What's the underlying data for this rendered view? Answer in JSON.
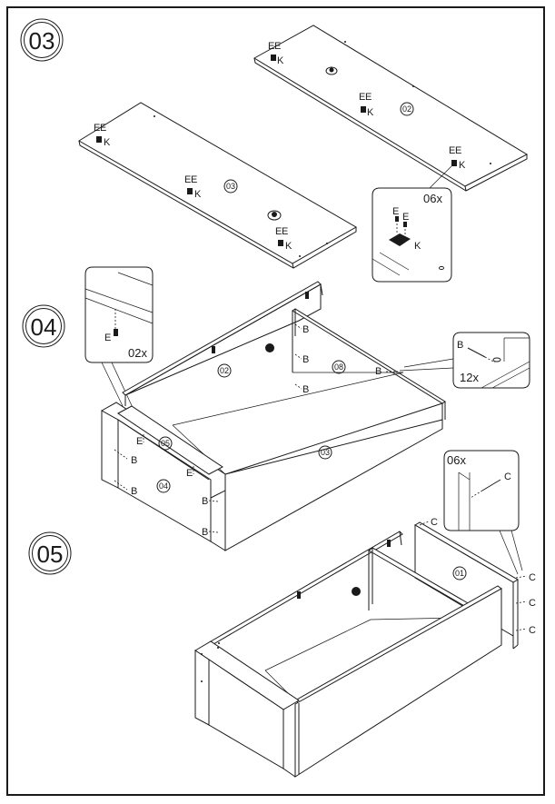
{
  "steps": [
    {
      "number": "03",
      "panels": [
        "02",
        "03"
      ],
      "hardware": [
        "E",
        "K"
      ],
      "detail_quantity": "06x"
    },
    {
      "number": "04",
      "panels": [
        "02",
        "08",
        "03",
        "05",
        "04"
      ],
      "hardware": [
        "B",
        "E"
      ],
      "detail_left_quantity": "02x",
      "detail_right_quantity": "12x"
    },
    {
      "number": "05",
      "panels": [
        "01"
      ],
      "hardware": [
        "C"
      ],
      "detail_quantity": "06x"
    }
  ],
  "colors": {
    "ink": "#1a1a1a",
    "paper": "#ffffff"
  },
  "icons": [
    "cam-lock-icon",
    "dowel-icon",
    "screw-icon"
  ]
}
